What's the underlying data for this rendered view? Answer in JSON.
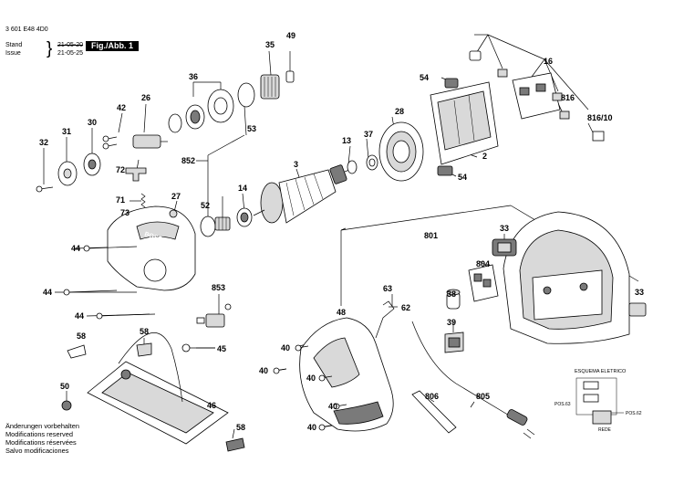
{
  "header": {
    "doc_id": "3 601 E48 4D0",
    "stand_label": "Stand",
    "stand_value": "21-05-20",
    "issue_label": "Issue",
    "issue_value": "21-05-25",
    "figure_label": "Fig./Abb. 1"
  },
  "notes": [
    "Änderungen vorbehalten",
    "Modifications reserved",
    "Modifications réservées",
    "Salvo modificaciones"
  ],
  "callouts": {
    "c2": "2",
    "c3": "3",
    "c13": "13",
    "c14": "14",
    "c16": "16",
    "c26": "26",
    "c27": "27",
    "c28": "28",
    "c30": "30",
    "c31": "31",
    "c32": "32",
    "c33a": "33",
    "c33b": "33",
    "c35": "35",
    "c36": "36",
    "c37": "37",
    "c38": "38",
    "c39": "39",
    "c40a": "40",
    "c40b": "40",
    "c40c": "40",
    "c40d": "40",
    "c40e": "40",
    "c42": "42",
    "c44a": "44",
    "c44b": "44",
    "c44c": "44",
    "c45": "45",
    "c46": "46",
    "c48": "48",
    "c49": "49",
    "c50": "50",
    "c52": "52",
    "c53": "53",
    "c54a": "54",
    "c54b": "54",
    "c58a": "58",
    "c58b": "58",
    "c58c": "58",
    "c62": "62",
    "c63": "63",
    "c71": "71",
    "c72": "72",
    "c73": "73",
    "c801": "801",
    "c804": "804",
    "c805": "805",
    "c806": "806",
    "c816": "816",
    "c816_10": "816/10",
    "c852": "852",
    "c853": "853"
  },
  "wiring": {
    "title": "ESQUEMA ELETRICO",
    "pos63": "POS.63",
    "pos62": "POS.62",
    "rede": "REDE"
  },
  "brand": "BOSCH"
}
